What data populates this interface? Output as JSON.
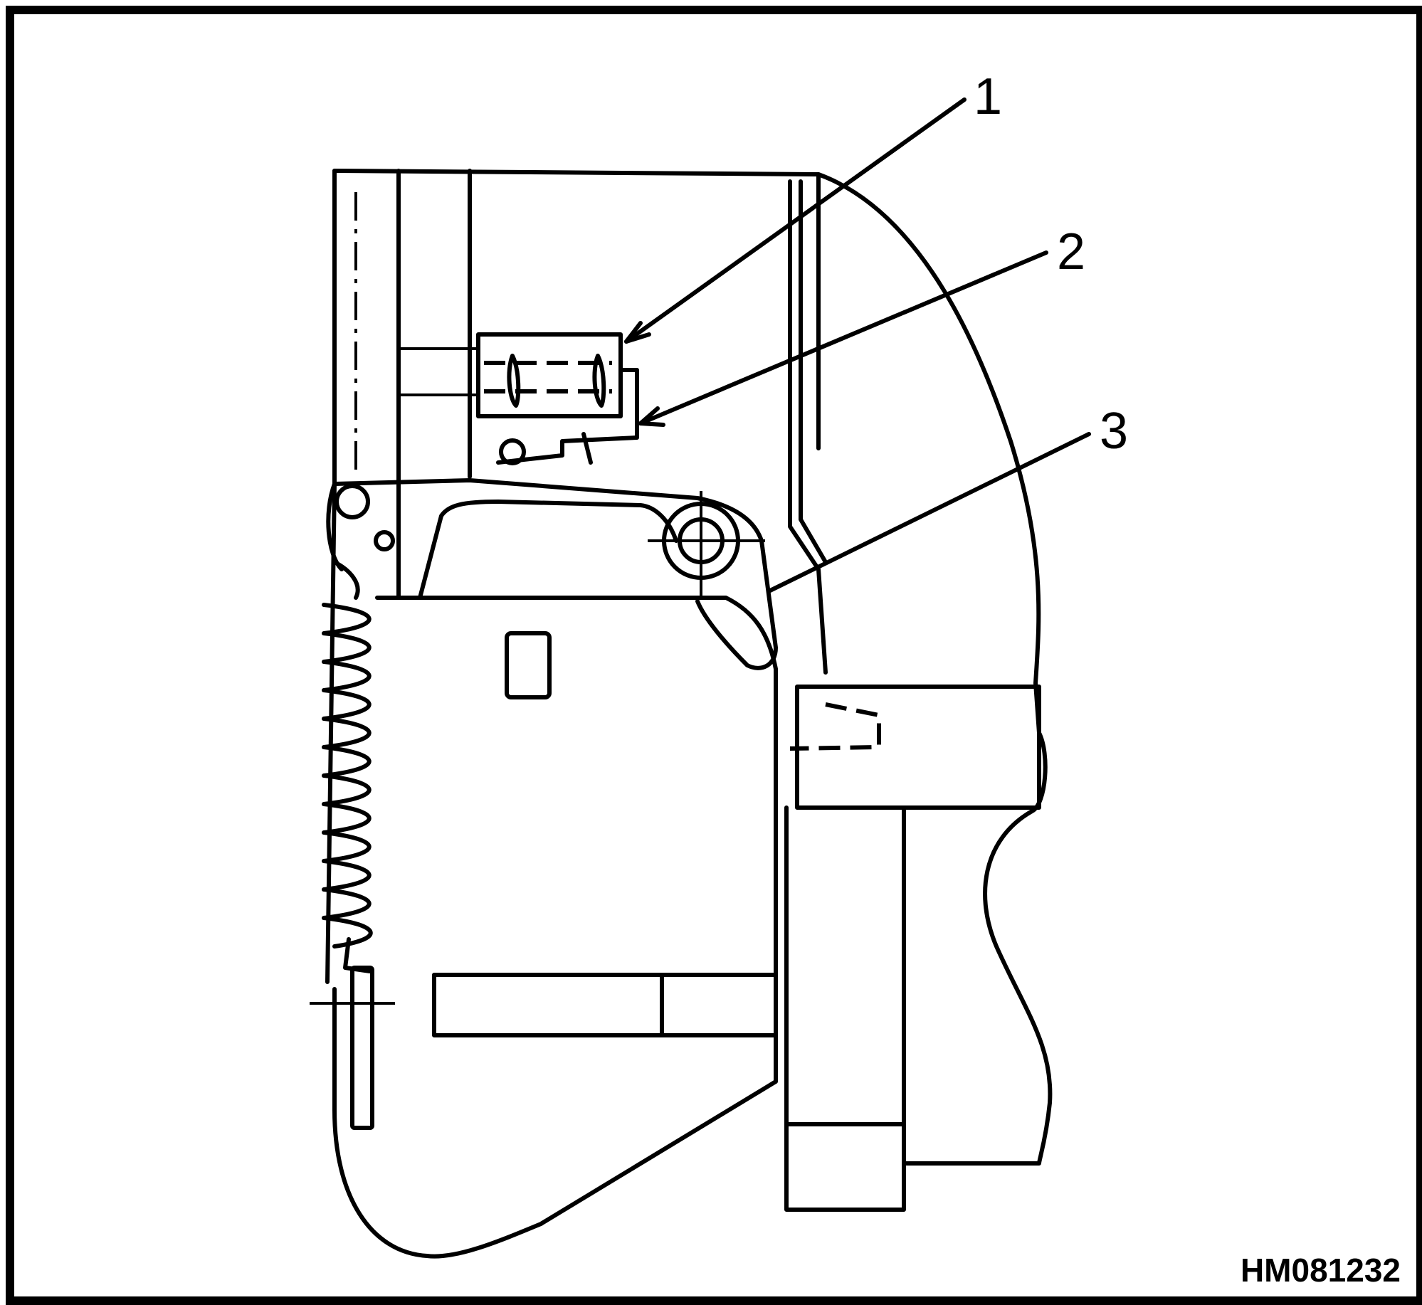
{
  "callouts": [
    {
      "id": "1",
      "label": "1"
    },
    {
      "id": "2",
      "label": "2"
    },
    {
      "id": "3",
      "label": "3"
    }
  ],
  "figure_code": "HM081232"
}
